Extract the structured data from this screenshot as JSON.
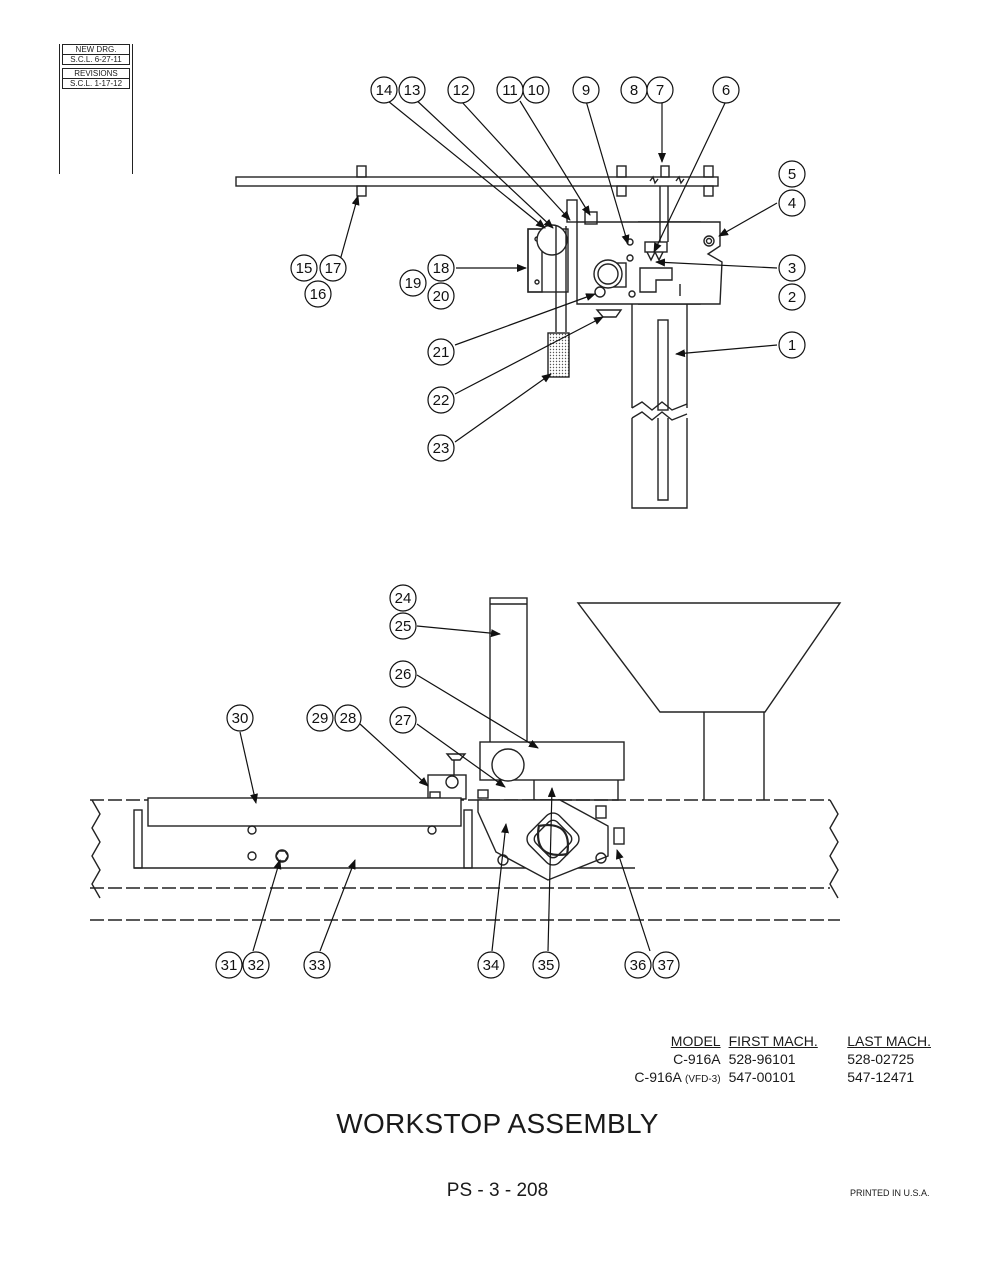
{
  "revision_block": {
    "line1": "NEW DRG.",
    "line2": "S.C.L. 6-27-11",
    "line3": "REVISIONS",
    "line4": "S.C.L. 1-17-12"
  },
  "callouts": {
    "c1": "1",
    "c2": "2",
    "c3": "3",
    "c4": "4",
    "c5": "5",
    "c6": "6",
    "c7": "7",
    "c8": "8",
    "c9": "9",
    "c10": "10",
    "c11": "11",
    "c12": "12",
    "c13": "13",
    "c14": "14",
    "c15": "15",
    "c16": "16",
    "c17": "17",
    "c18": "18",
    "c19": "19",
    "c20": "20",
    "c21": "21",
    "c22": "22",
    "c23": "23",
    "c24": "24",
    "c25": "25",
    "c26": "26",
    "c27": "27",
    "c28": "28",
    "c29": "29",
    "c30": "30",
    "c31": "31",
    "c32": "32",
    "c33": "33",
    "c34": "34",
    "c35": "35",
    "c36": "36",
    "c37": "37"
  },
  "model_table": {
    "headers": [
      "MODEL",
      "FIRST MACH.",
      "LAST MACH."
    ],
    "rows": [
      {
        "model": "C-916A",
        "suffix": "",
        "first": "528-96101",
        "last": "528-02725"
      },
      {
        "model": "C-916A",
        "suffix": "(VFD-3)",
        "first": "547-00101",
        "last": "547-12471"
      }
    ]
  },
  "title": "WORKSTOP ASSEMBLY",
  "page_number": "PS - 3 - 208",
  "printed": "PRINTED IN U.S.A."
}
